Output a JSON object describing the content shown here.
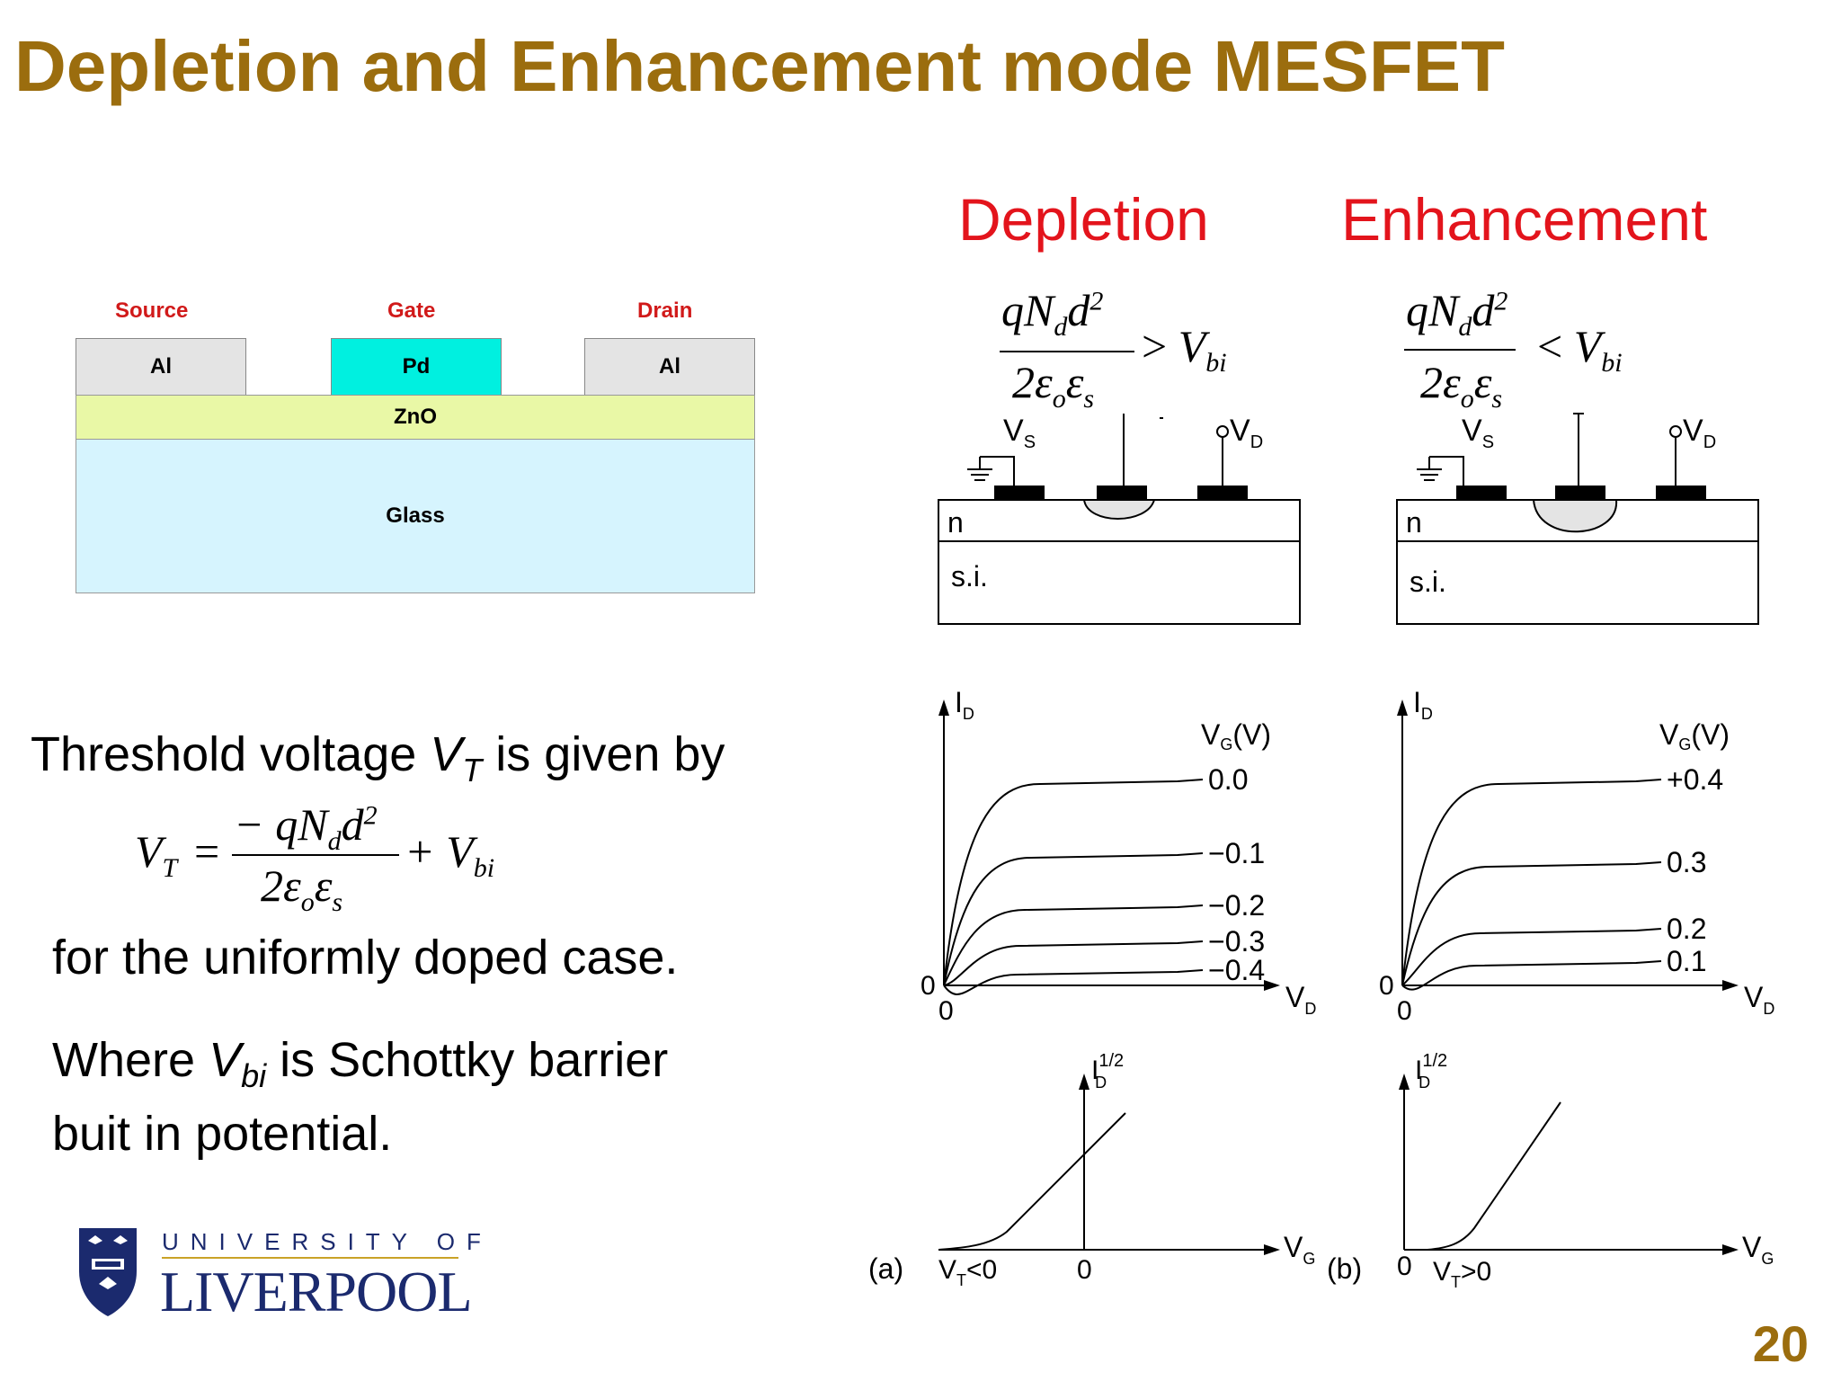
{
  "slide": {
    "title": "Depletion and Enhancement mode MESFET",
    "page_number": "20"
  },
  "structure": {
    "source_label": "Source",
    "gate_label": "Gate",
    "drain_label": "Drain",
    "source_metal": "Al",
    "gate_metal": "Pd",
    "drain_metal": "Al",
    "channel_layer": "ZnO",
    "substrate_layer": "Glass",
    "colors": {
      "label_red": "#d11a1a",
      "gate_metal": "#00f0e0",
      "contact_metal": "#e4e4e4",
      "zno": "#e9f8a6",
      "glass": "#d6f4fe"
    }
  },
  "text": {
    "threshold_line": {
      "pre": "Threshold voltage ",
      "sym": "V",
      "sub": "T",
      "post": " is given by"
    },
    "equation": {
      "lhs": "V",
      "lhs_sub": "T",
      "num": "− qN",
      "num_sub": "d",
      "num_post": "d",
      "num_sup": "2",
      "den": "2ε",
      "den_sub1": "o",
      "den_mid": "ε",
      "den_sub2": "s",
      "plus": "+ V",
      "plus_sub": "bi"
    },
    "uniform_line": "for the uniformly doped case.",
    "vbi_line": {
      "pre": "Where ",
      "sym": "V",
      "sub": "bi",
      "post": " is Schottky barrier"
    },
    "vbi_line2": "buit in potential."
  },
  "modes": {
    "depletion": {
      "heading": "Depletion",
      "condition": {
        "relation": ">"
      },
      "device": {
        "n": "n",
        "si": "s.i.",
        "vs": "V",
        "vs_sub": "S",
        "vd": "V",
        "vd_sub": "D"
      },
      "iv": {
        "ylabel": "I",
        "ylabel_sub": "D",
        "xlabel": "V",
        "xlabel_sub": "D",
        "legend_title": "V",
        "legend_sub": "G",
        "legend_unit": "(V)",
        "origin_y": "0",
        "origin_x": "0",
        "curves": [
          "0.0",
          "−0.1",
          "−0.2",
          "−0.3",
          "−0.4"
        ]
      },
      "transfer": {
        "ylabel": "I",
        "ylabel_sup": "1/2",
        "ylabel_sub": "D",
        "xlabel": "V",
        "xlabel_sub": "G",
        "panel": "(a)",
        "vt_label": "V",
        "vt_sub": "T",
        "vt_rel": "<0",
        "zero": "0"
      }
    },
    "enhancement": {
      "heading": "Enhancement",
      "condition": {
        "relation": "<"
      },
      "device": {
        "n": "n",
        "si": "s.i.",
        "vs": "V",
        "vs_sub": "S",
        "vd": "V",
        "vd_sub": "D"
      },
      "iv": {
        "ylabel": "I",
        "ylabel_sub": "D",
        "xlabel": "V",
        "xlabel_sub": "D",
        "legend_title": "V",
        "legend_sub": "G",
        "legend_unit": "(V)",
        "origin_y": "0",
        "origin_x": "0",
        "curves": [
          "+0.4",
          "0.3",
          "0.2",
          "0.1"
        ]
      },
      "transfer": {
        "ylabel": "I",
        "ylabel_sup": "1/2",
        "ylabel_sub": "D",
        "xlabel": "V",
        "xlabel_sub": "G",
        "panel": "(b)",
        "vt_label": "V",
        "vt_sub": "T",
        "vt_rel": ">0",
        "zero": "0"
      }
    }
  },
  "condition_formula": {
    "num": "qN",
    "num_sub": "d",
    "num_post": "d",
    "num_sup": "2",
    "den": "2ε",
    "den_sub1": "o",
    "den_mid": "ε",
    "den_sub2": "s",
    "rhs": "V",
    "rhs_sub": "bi"
  },
  "logo": {
    "line1": "UNIVERSITY OF",
    "line2": "LIVERPOOL",
    "colors": {
      "navy": "#1b2a6e",
      "gold": "#c9a227"
    }
  }
}
